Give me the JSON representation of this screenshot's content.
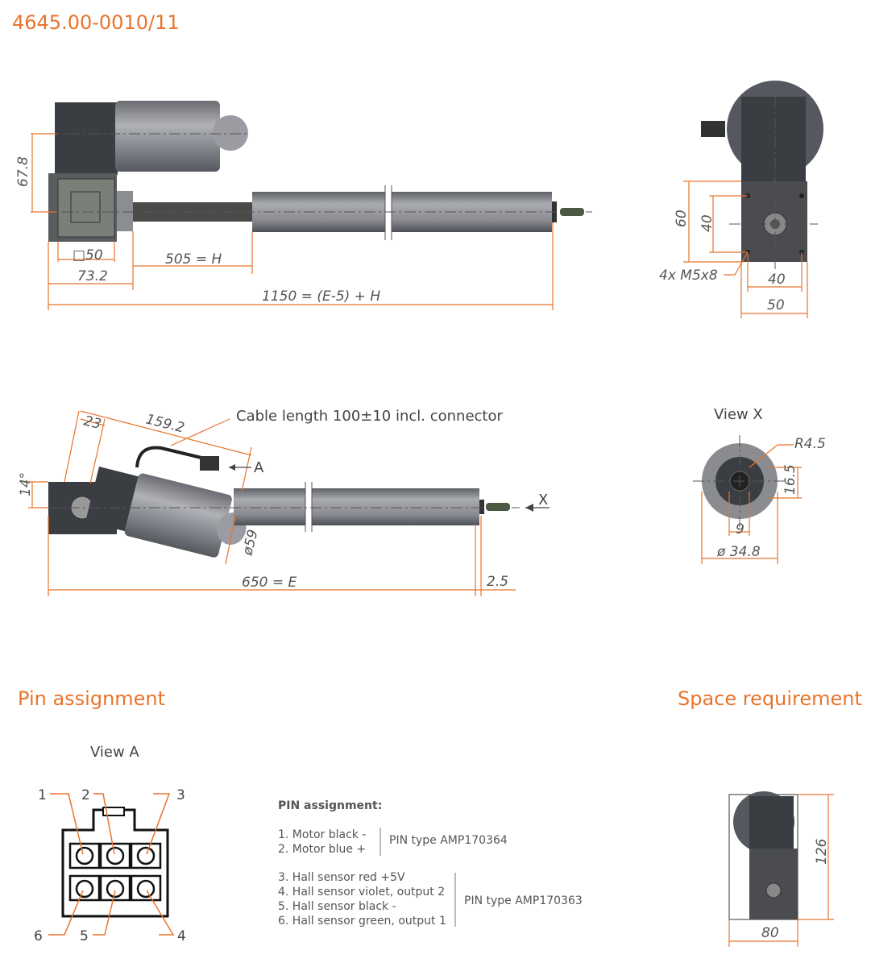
{
  "title": "4645.00-0010/11",
  "colors": {
    "accent": "#e8742c",
    "dark_metal": "#3a3d42",
    "metal": "#8c8e94"
  },
  "top_view": {
    "dim_height": "67.8",
    "dim_square": "□50",
    "dim_gear": "73.2",
    "dim_stroke": "505 = H",
    "dim_total": "1150 = (E-5) + H"
  },
  "side_view": {
    "dim_60": "60",
    "dim_40v": "40",
    "dim_thread": "4x M5x8",
    "dim_40h": "40",
    "dim_50": "50"
  },
  "retracted_view": {
    "dim_23": "23",
    "dim_159": "159.2",
    "cable_note": "Cable length 100±10 incl. connector",
    "marker_a": "A",
    "angle": "14°",
    "dim_dia": "ø59",
    "dim_e": "650 = E",
    "dim_25": "2.5",
    "marker_x": "X"
  },
  "view_x": {
    "title": "View X",
    "radius": "R4.5",
    "dim_165": "16.5",
    "dim_9": "9",
    "dim_dia": "ø 34.8"
  },
  "pin_section": {
    "heading": "Pin assignment",
    "view_title": "View A",
    "pin_numbers": [
      "1",
      "2",
      "3",
      "4",
      "5",
      "6"
    ],
    "list_title": "PIN assignment:",
    "group1": [
      "1. Motor black -",
      "2. Motor blue +"
    ],
    "group1_type": "PIN type AMP170364",
    "group2": [
      "3. Hall sensor red +5V",
      "4. Hall sensor violet, output 2",
      "5. Hall sensor black -",
      "6. Hall sensor green, output 1"
    ],
    "group2_type": "PIN type AMP170363"
  },
  "space_section": {
    "heading": "Space requirement",
    "dim_height": "126",
    "dim_width": "80"
  }
}
